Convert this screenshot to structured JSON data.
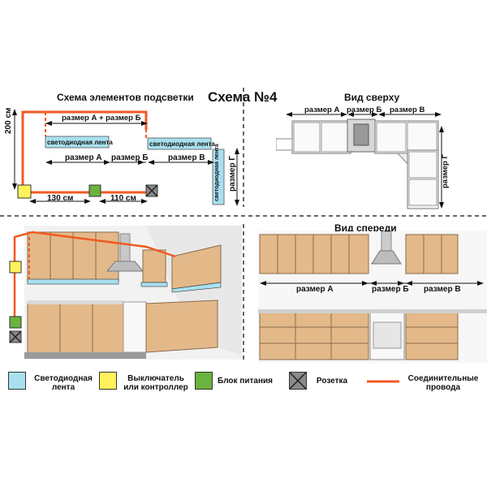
{
  "header": {
    "schema_title": "Схема элементов подсветки",
    "schema_number": "Схема №4",
    "top_view_title": "Вид сверху",
    "front_view_title": "Вид спереди"
  },
  "schema": {
    "height_label": "200 см",
    "sum_label": "размер А + размер Б",
    "led_label_a": "светодиодная лента",
    "led_label_v": "светодиодная лента",
    "led_label_g": "светодиодная лента",
    "size_a": "размер А",
    "size_b": "размер Б",
    "size_v": "размер В",
    "size_g": "размер Г",
    "dist_1": "130 см",
    "dist_2": "110 см"
  },
  "top_view": {
    "size_a": "размер А",
    "size_b": "размер Б",
    "size_v": "размер В",
    "size_g": "размер Г"
  },
  "front_view": {
    "size_a": "размер А",
    "size_b": "размер Б",
    "size_v": "размер В"
  },
  "legend": {
    "led": "Светодиодная лента",
    "switch": "Выключатель или контроллер",
    "power": "Блок питания",
    "socket": "Розетка",
    "wires": "Соединительные провода"
  },
  "colors": {
    "led": "#a8e0ef",
    "switch": "#fff25a",
    "power": "#69b33f",
    "socket": "#8a8a8a",
    "wire": "#f05a23",
    "cabinet": "#e3b98a"
  }
}
